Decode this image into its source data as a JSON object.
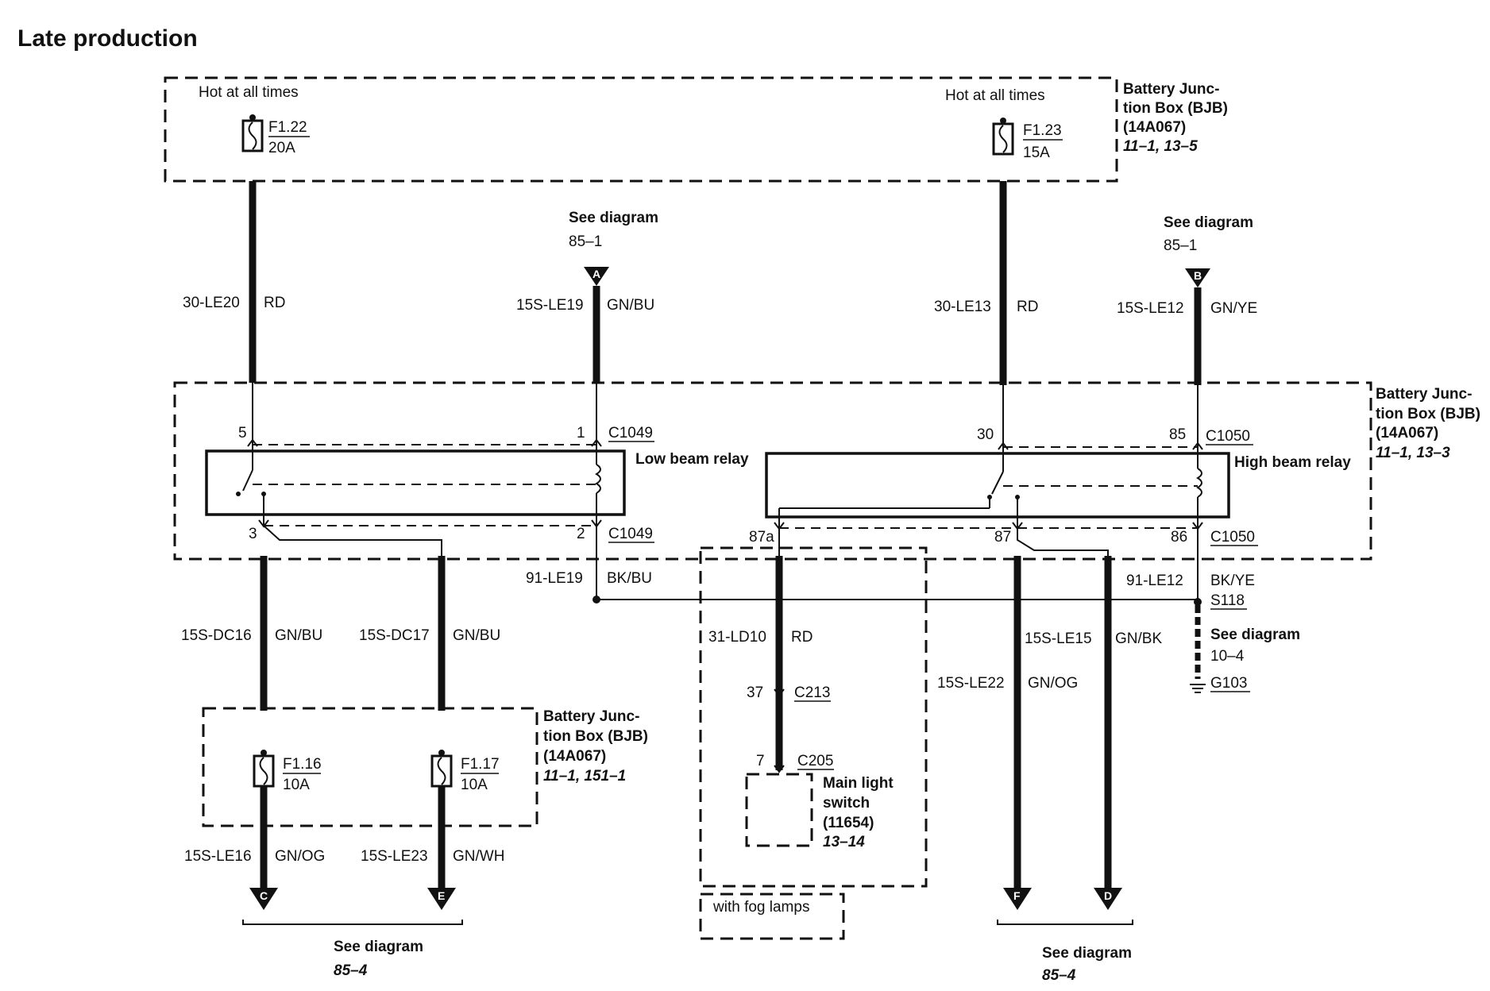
{
  "title": "Late production",
  "colors": {
    "ink": "#111111",
    "paper": "#ffffff"
  },
  "boxes": {
    "bjb_top": {
      "line1": "Battery Junc-",
      "line2": "tion Box (BJB)",
      "line3": "(14A067)",
      "line4": "11–1, 13–5"
    },
    "bjb_mid": {
      "line1": "Battery Junc-",
      "line2": "tion Box (BJB)",
      "line3": "(14A067)",
      "line4": "11–1, 13–3"
    },
    "bjb_bot": {
      "line1": "Battery Junc-",
      "line2": "tion Box (BJB)",
      "line3": "(14A067)",
      "line4": "11–1, 151–1"
    },
    "fog": {
      "label": "with fog lamps"
    }
  },
  "fuses": {
    "f122": {
      "hot": "Hot at all times",
      "name": "F1.22",
      "rating": "20A"
    },
    "f123": {
      "hot": "Hot at all times",
      "name": "F1.23",
      "rating": "15A"
    },
    "f116": {
      "name": "F1.16",
      "rating": "10A"
    },
    "f117": {
      "name": "F1.17",
      "rating": "10A"
    }
  },
  "refs": {
    "a": {
      "see": "See diagram",
      "num": "85–1",
      "letter": "A"
    },
    "b": {
      "see": "See diagram",
      "num": "85–1",
      "letter": "B"
    },
    "ce": {
      "see": "See diagram",
      "num": "85–4",
      "letters": [
        "C",
        "E"
      ]
    },
    "fd": {
      "see": "See diagram",
      "num": "85–4",
      "letters": [
        "F",
        "D"
      ]
    },
    "g103": {
      "see": "See diagram",
      "num": "10–4",
      "ground": "G103",
      "splice": "S118"
    }
  },
  "circuits": {
    "w1": {
      "id": "30-LE20",
      "color": "RD"
    },
    "w2": {
      "id": "15S-LE19",
      "color": "GN/BU"
    },
    "w3": {
      "id": "30-LE13",
      "color": "RD"
    },
    "w4": {
      "id": "15S-LE12",
      "color": "GN/YE"
    },
    "w5": {
      "id": "91-LE19",
      "color": "BK/BU"
    },
    "w6": {
      "id": "91-LE12",
      "color": "BK/YE"
    },
    "w7": {
      "id": "15S-DC16",
      "color": "GN/BU"
    },
    "w8": {
      "id": "15S-DC17",
      "color": "GN/BU"
    },
    "w9": {
      "id": "31-LD10",
      "color": "RD"
    },
    "w10": {
      "id": "15S-LE15",
      "color": "GN/BK"
    },
    "w11": {
      "id": "15S-LE22",
      "color": "GN/OG"
    },
    "w12": {
      "id": "15S-LE16",
      "color": "GN/OG"
    },
    "w13": {
      "id": "15S-LE23",
      "color": "GN/WH"
    }
  },
  "relays": {
    "low": {
      "name": "Low beam relay",
      "pin_a": "5",
      "pin_b": "1",
      "pin_c": "3",
      "pin_d": "2",
      "conn_top": "C1049",
      "conn_bot": "C1049"
    },
    "high": {
      "name": "High beam relay",
      "pin_a": "30",
      "pin_b": "85",
      "pin_c": "87a",
      "pin_d": "87",
      "pin_e": "86",
      "conn_top": "C1050",
      "conn_bot": "C1050"
    }
  },
  "switch": {
    "pin1": "37",
    "conn1": "C213",
    "pin2": "7",
    "conn2": "C205",
    "line1": "Main light",
    "line2": "switch",
    "line3": "(11654)",
    "line4": "13–14"
  }
}
